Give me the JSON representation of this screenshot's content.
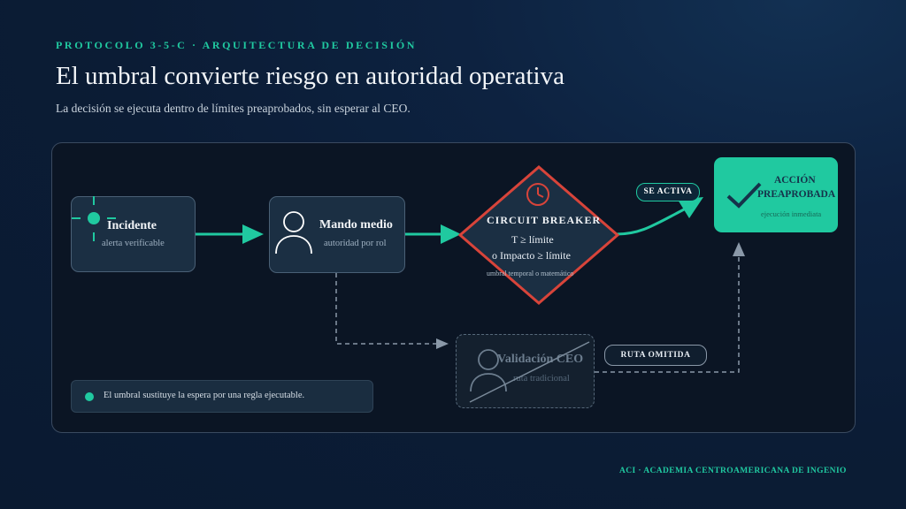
{
  "kicker": "PROTOCOLO 3-5-C · ARQUITECTURA DE DECISIÓN",
  "title": "El umbral convierte riesgo en autoridad operativa",
  "subtitle": "La decisión se ejecuta dentro de límites preaprobados, sin esperar al CEO.",
  "diagram": {
    "incidente": {
      "name": "Incidente",
      "desc": "alerta verificable",
      "icon": "target-crosshair-icon"
    },
    "mando": {
      "name": "Mando medio",
      "desc": "autoridad por rol",
      "icon": "person-icon"
    },
    "breaker": {
      "name": "CIRCUIT BREAKER",
      "rule1": "T ≥ límite",
      "rule2": "o Impacto ≥ límite",
      "desc": "umbral temporal o matemático",
      "icon": "clock-icon"
    },
    "accion": {
      "name_line1": "ACCIÓN",
      "name_line2": "PREAPROBADA",
      "desc": "ejecución inmediata",
      "icon": "checkmark-icon"
    },
    "ceo": {
      "name": "Validación CEO",
      "desc": "ruta tradicional",
      "icon": "person-icon"
    },
    "labels": {
      "activa": "SE ACTIVA",
      "omitida": "RUTA OMITIDA"
    },
    "note": "El umbral sustituye la espera por una regla ejecutable."
  },
  "colors": {
    "accent": "#20c9a0",
    "breaker_border": "#d8443a",
    "background": "#0b1c35"
  },
  "footer": "ACI · ACADEMIA CENTROAMERICANA DE INGENIO"
}
